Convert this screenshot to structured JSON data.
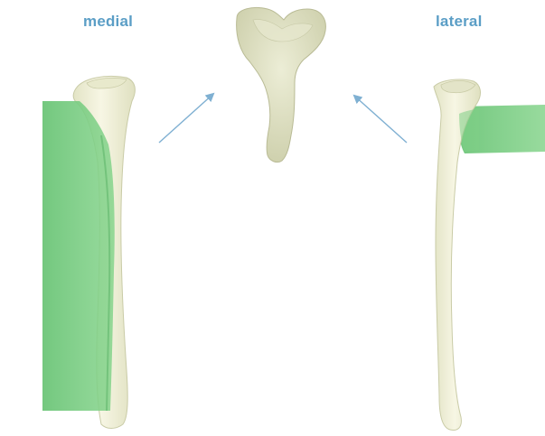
{
  "labels": {
    "medial": "medial",
    "lateral": "lateral"
  },
  "colors": {
    "label": "#5b9ec6",
    "arrow": "#7fb0d2",
    "bone_fill": "#f4f3de",
    "bone_shade": "#d7d8b6",
    "bone_outline": "#c9cba6",
    "highlight_green": "#7fcf86"
  },
  "views": [
    "medial-view",
    "superior-view",
    "lateral-view"
  ]
}
